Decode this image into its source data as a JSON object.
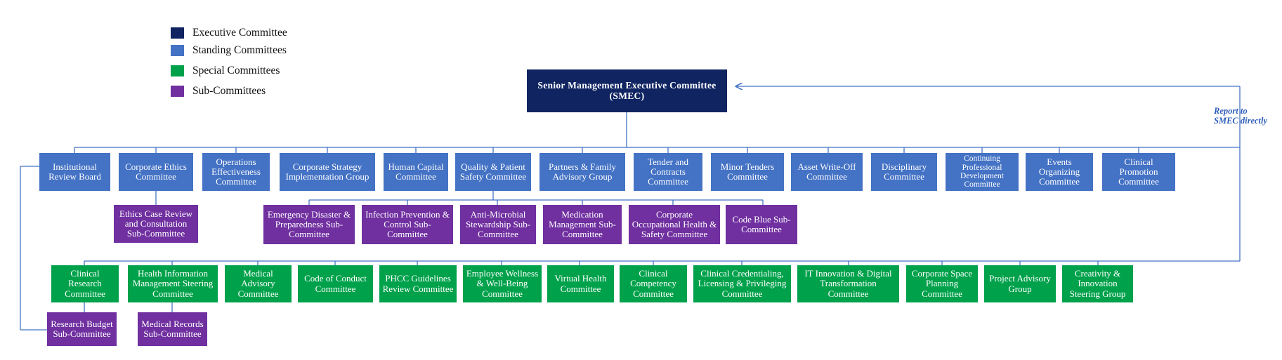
{
  "legend": [
    {
      "label": "Executive Committee",
      "color": "#0f2461"
    },
    {
      "label": "Standing Committees",
      "color": "#4472c4"
    },
    {
      "label": "Special Committees",
      "color": "#00a14b"
    },
    {
      "label": "Sub-Committees",
      "color": "#7030a0"
    }
  ],
  "executive": {
    "label": "Senior Management Executive Committee (SMEC)"
  },
  "report_note": {
    "line1": "Report to",
    "line2": "SMEC directly"
  },
  "standing": [
    "Institutional Review Board",
    "Corporate Ethics Committee",
    "Operations Effectiveness Committee",
    "Corporate Strategy Implementation Group",
    "Human Capital Committee",
    "Quality & Patient Safety Committee",
    "Partners & Family Advisory Group",
    "Tender and Contracts Committee",
    "Minor Tenders Committee",
    "Asset Write-Off Committee",
    "Disciplinary Committee",
    "Continuing Professional Development Committee",
    "Events Organizing Committee",
    "Clinical Promotion Committee"
  ],
  "subcommittees": [
    "Ethics Case Review and Consultation Sub-Committee",
    "Emergency Disaster & Preparedness Sub-Committee",
    "Infection Prevention & Control Sub-Committee",
    "Anti-Microbial Stewardship Sub-Committee",
    "Medication Management Sub-Committee",
    "Corporate Occupational Health & Safety Committee",
    "Code Blue Sub-Committee",
    "Research Budget Sub-Committee",
    "Medical Records Sub-Committee"
  ],
  "special": [
    "Clinical Research Committee",
    "Health Information Management Steering Committee",
    "Medical Advisory Committee",
    "Code of Conduct Committee",
    "PHCC Guidelines Review Committee",
    "Employee Wellness & Well-Being Committee",
    "Virtual Health Committee",
    "Clinical Competency Committee",
    "Clinical Credentialing, Licensing & Privileging Committee",
    "IT Innovation & Digital Transformation Committee",
    "Corporate Space Planning Committee",
    "Project Advisory Group",
    "Creativity & Innovation Steering Group"
  ]
}
